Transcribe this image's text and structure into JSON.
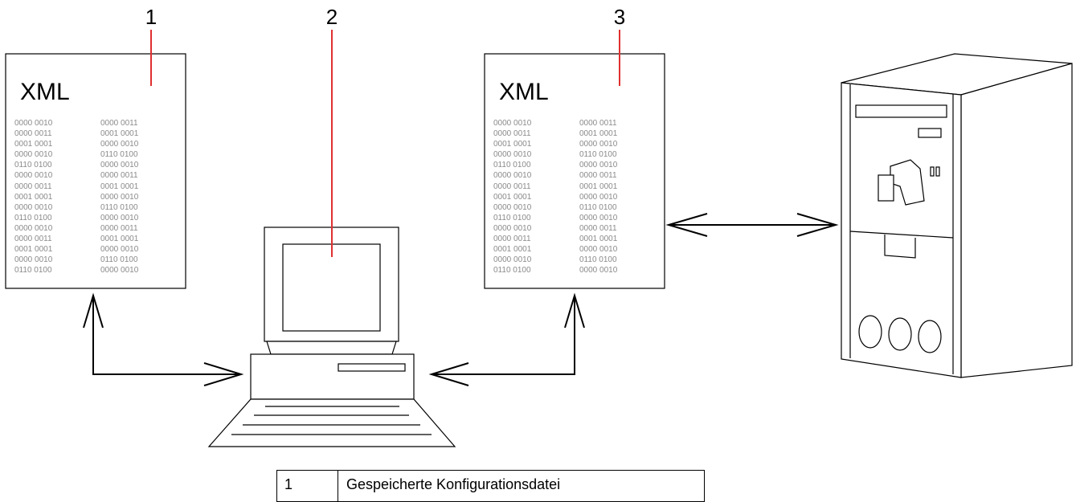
{
  "callouts": [
    {
      "number": "1"
    },
    {
      "number": "2"
    },
    {
      "number": "3"
    }
  ],
  "documents": [
    {
      "title": "XML",
      "column_left": [
        "0000 0010",
        "0000 0011",
        "0001 0001",
        "0000 0010",
        "0110 0100",
        "0000 0010",
        "0000 0011",
        "0001 0001",
        "0000 0010",
        "0110 0100",
        "0000 0010",
        "0000 0011",
        "0001 0001",
        "0000 0010",
        "0110 0100"
      ],
      "column_right": [
        "0000 0011",
        "0001 0001",
        "0000 0010",
        "0110 0100",
        "0000 0010",
        "0000 0011",
        "0001 0001",
        "0000 0010",
        "0110 0100",
        "0000 0010",
        "0000 0011",
        "0001 0001",
        "0000 0010",
        "0110 0100",
        "0000 0010"
      ]
    },
    {
      "title": "XML",
      "column_left": [
        "0000 0010",
        "0000 0011",
        "0001 0001",
        "0000 0010",
        "0110 0100",
        "0000 0010",
        "0000 0011",
        "0001 0001",
        "0000 0010",
        "0110 0100",
        "0000 0010",
        "0000 0011",
        "0001 0001",
        "0000 0010",
        "0110 0100"
      ],
      "column_right": [
        "0000 0011",
        "0001 0001",
        "0000 0010",
        "0110 0100",
        "0000 0010",
        "0000 0011",
        "0001 0001",
        "0000 0010",
        "0110 0100",
        "0000 0010",
        "0000 0011",
        "0001 0001",
        "0000 0010",
        "0110 0100",
        "0000 0010"
      ]
    }
  ],
  "legend": {
    "rows": [
      {
        "number": "1",
        "text": "Gespeicherte Konfigurationsdatei"
      }
    ]
  },
  "colors": {
    "callout_line": "#e03030",
    "stroke": "#000000",
    "binary_text": "#8a8a8a"
  }
}
